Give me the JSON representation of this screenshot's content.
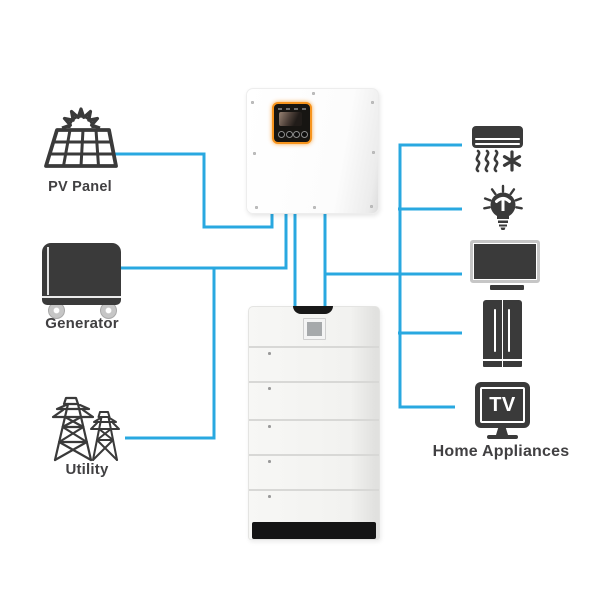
{
  "colors": {
    "connector_blue": "#29a8e0",
    "icon_dark": "#3a3a3a",
    "label_text": "#414042",
    "inverter_panel_orange": "#f7941d",
    "background": "#ffffff"
  },
  "labels": {
    "pv_panel": "PV Panel",
    "generator": "Generator",
    "utility": "Utility",
    "home_appliances": "Home Appliances"
  },
  "tv_icon": {
    "text": "TV"
  },
  "icons": {
    "sources": [
      "pv-panel-icon",
      "generator-icon",
      "utility-towers-icon"
    ],
    "devices": [
      "hybrid-inverter",
      "battery-stack"
    ],
    "appliances": [
      "air-conditioner-icon",
      "light-bulb-icon",
      "monitor-icon",
      "refrigerator-icon",
      "tv-icon"
    ]
  }
}
